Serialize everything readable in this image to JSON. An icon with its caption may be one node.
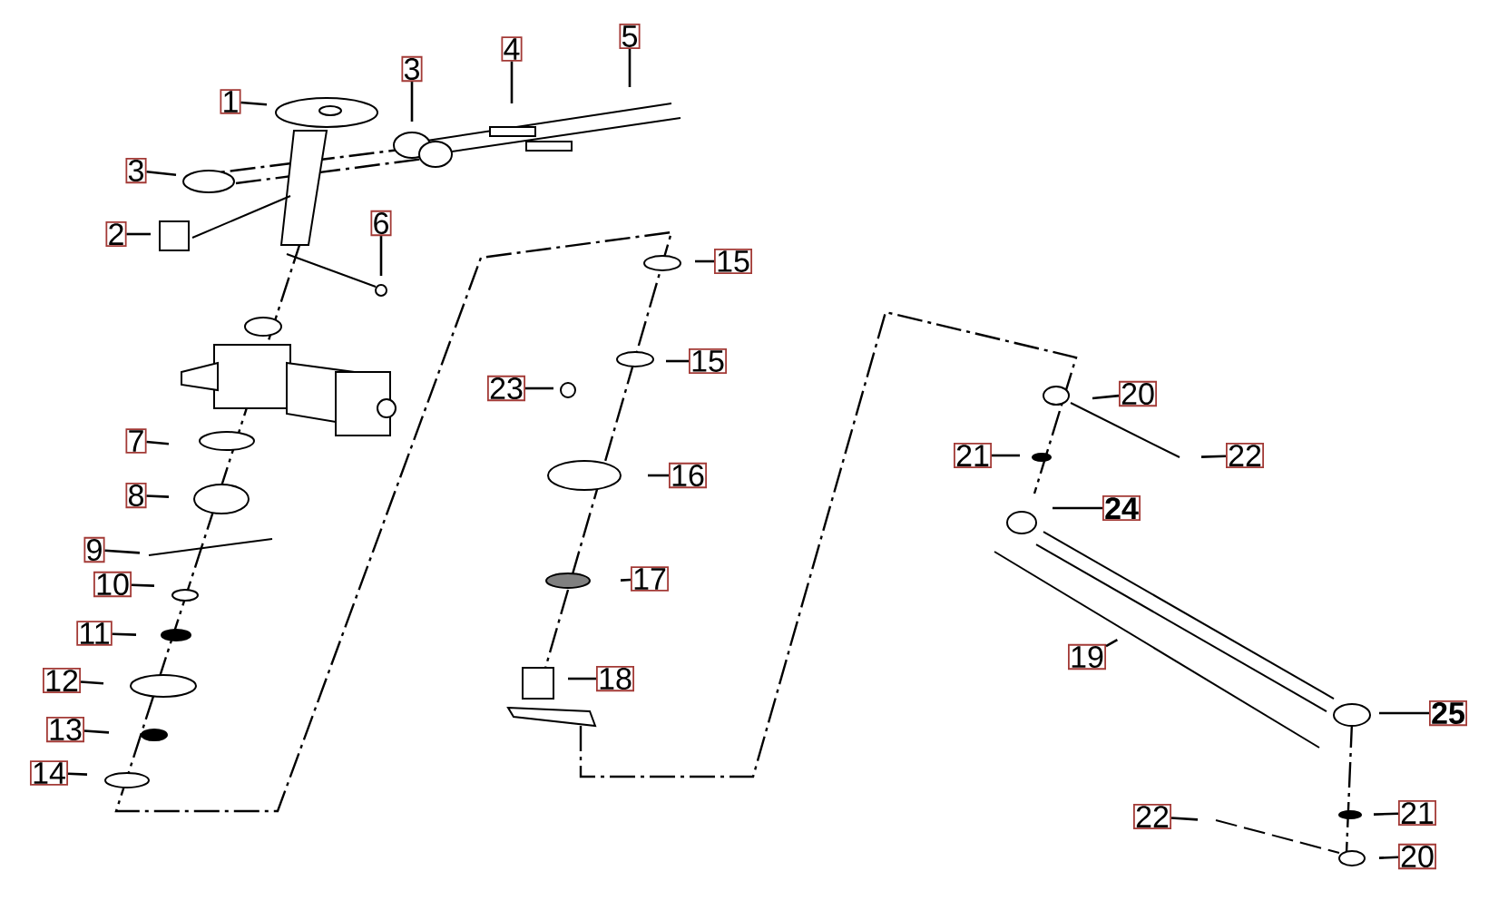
{
  "diagram": {
    "nodes": [
      {
        "text": [
          "1"
        ]
      },
      {
        "text": [
          "3"
        ]
      },
      {
        "text": [
          "4"
        ]
      },
      {
        "text": [
          "5"
        ]
      },
      {
        "text": [
          "3"
        ]
      },
      {
        "text": [
          "2"
        ]
      },
      {
        "text": [
          "6"
        ]
      },
      {
        "text": [
          "15"
        ]
      },
      {
        "text": [
          "15"
        ]
      },
      {
        "text": [
          "23"
        ]
      },
      {
        "text": [
          "7"
        ]
      },
      {
        "text": [
          "16"
        ]
      },
      {
        "text": [
          "8"
        ]
      },
      {
        "text": [
          "9"
        ]
      },
      {
        "text": [
          "10"
        ]
      },
      {
        "text": [
          "17"
        ]
      },
      {
        "text": [
          "11"
        ]
      },
      {
        "text": [
          "18"
        ]
      },
      {
        "text": [
          "12"
        ]
      },
      {
        "text": [
          "13"
        ]
      },
      {
        "text": [
          "14"
        ]
      },
      {
        "text": [
          "20"
        ]
      },
      {
        "text": [
          "21"
        ]
      },
      {
        "text": [
          "22"
        ]
      },
      {
        "text": [
          "24"
        ]
      },
      {
        "text": [
          "19"
        ]
      },
      {
        "text": [
          "25"
        ]
      },
      {
        "text": [
          "21"
        ]
      },
      {
        "text": [
          "22"
        ]
      },
      {
        "text": [
          "20"
        ]
      }
    ],
    "edges": [
      {
        "from": 0,
        "to": null,
        "arrow": "none"
      },
      {
        "from": 1,
        "to": null,
        "arrow": "none"
      },
      {
        "from": 2,
        "to": null,
        "arrow": "none"
      },
      {
        "from": 3,
        "to": null,
        "arrow": "none"
      },
      {
        "from": 4,
        "to": null,
        "arrow": "none"
      },
      {
        "from": 5,
        "to": null,
        "arrow": "none"
      },
      {
        "from": 6,
        "to": null,
        "arrow": "none"
      },
      {
        "from": 7,
        "to": null,
        "arrow": "none"
      },
      {
        "from": 8,
        "to": null,
        "arrow": "none"
      },
      {
        "from": 9,
        "to": null,
        "arrow": "none"
      },
      {
        "from": 10,
        "to": null,
        "arrow": "none"
      },
      {
        "from": 11,
        "to": null,
        "arrow": "none"
      },
      {
        "from": 12,
        "to": null,
        "arrow": "none"
      },
      {
        "from": 13,
        "to": null,
        "arrow": "none"
      },
      {
        "from": 14,
        "to": null,
        "arrow": "none"
      },
      {
        "from": 15,
        "to": null,
        "arrow": "none"
      },
      {
        "from": 16,
        "to": null,
        "arrow": "none"
      },
      {
        "from": 17,
        "to": null,
        "arrow": "none"
      },
      {
        "from": 18,
        "to": null,
        "arrow": "none"
      },
      {
        "from": 19,
        "to": null,
        "arrow": "none"
      },
      {
        "from": 20,
        "to": null,
        "arrow": "none"
      },
      {
        "from": 21,
        "to": null,
        "arrow": "none"
      },
      {
        "from": 22,
        "to": null,
        "arrow": "none"
      },
      {
        "from": 23,
        "to": null,
        "arrow": "none"
      },
      {
        "from": 24,
        "to": null,
        "arrow": "none"
      },
      {
        "from": 25,
        "to": null,
        "arrow": "none"
      },
      {
        "from": 26,
        "to": null,
        "arrow": "none"
      },
      {
        "from": 27,
        "to": null,
        "arrow": "none"
      },
      {
        "from": 28,
        "to": null,
        "arrow": "none"
      },
      {
        "from": 29,
        "to": null,
        "arrow": "none"
      }
    ]
  }
}
